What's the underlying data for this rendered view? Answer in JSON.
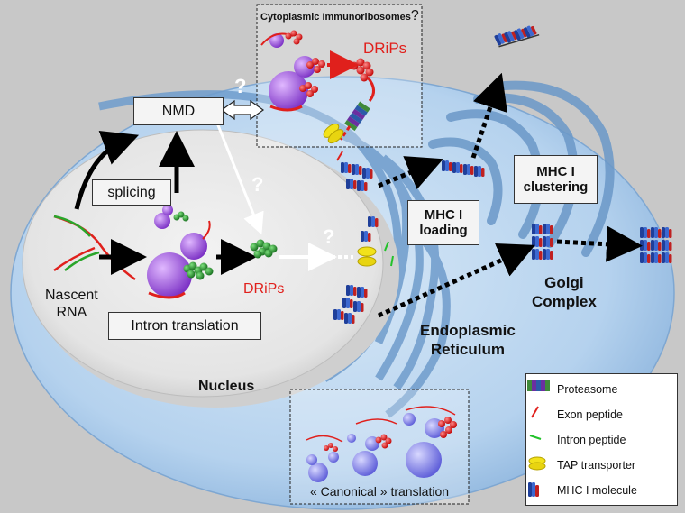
{
  "labels": {
    "nmd": "NMD",
    "splicing": "splicing",
    "nascent_rna": "Nascent\nRNA",
    "intron_translation": "Intron translation",
    "drips_nucleus": "DRiPs",
    "drips_cytoplasm": "DRiPs",
    "cytoplasmic_immunoribosomes": "Cytoplasmic Immunoribosomes",
    "cytoplasmic_question": "?",
    "nucleus": "Nucleus",
    "mhc_loading": "MHC I\nloading",
    "mhc_clustering": "MHC I\nclustering",
    "golgi": "Golgi\nComplex",
    "er": "Endoplasmic\nReticulum",
    "canonical": "« Canonical » translation",
    "q1": "?",
    "q2": "?",
    "q3": "?"
  },
  "legend": [
    {
      "label": "Proteasome",
      "icon": "proteasome-icon",
      "color": "#6b2fa0"
    },
    {
      "label": "Exon peptide",
      "icon": "exon-peptide-icon",
      "color": "#e0201c"
    },
    {
      "label": "Intron peptide",
      "icon": "intron-peptide-icon",
      "color": "#22c22a"
    },
    {
      "label": "TAP transporter",
      "icon": "tap-transporter-icon",
      "color": "#f2e21a"
    },
    {
      "label": "MHC I molecule",
      "icon": "mhc-molecule-icon",
      "color": "#1f3f9a"
    }
  ],
  "colors": {
    "background": "#c8c8c8",
    "cell": "#b8d4ee",
    "nucleus": "#e6e6e6",
    "ribosome": "#9b4fd6",
    "drips_text": "#e0201c",
    "intron_peptide": "#1e8a26",
    "exon_peptide": "#e0201c"
  }
}
